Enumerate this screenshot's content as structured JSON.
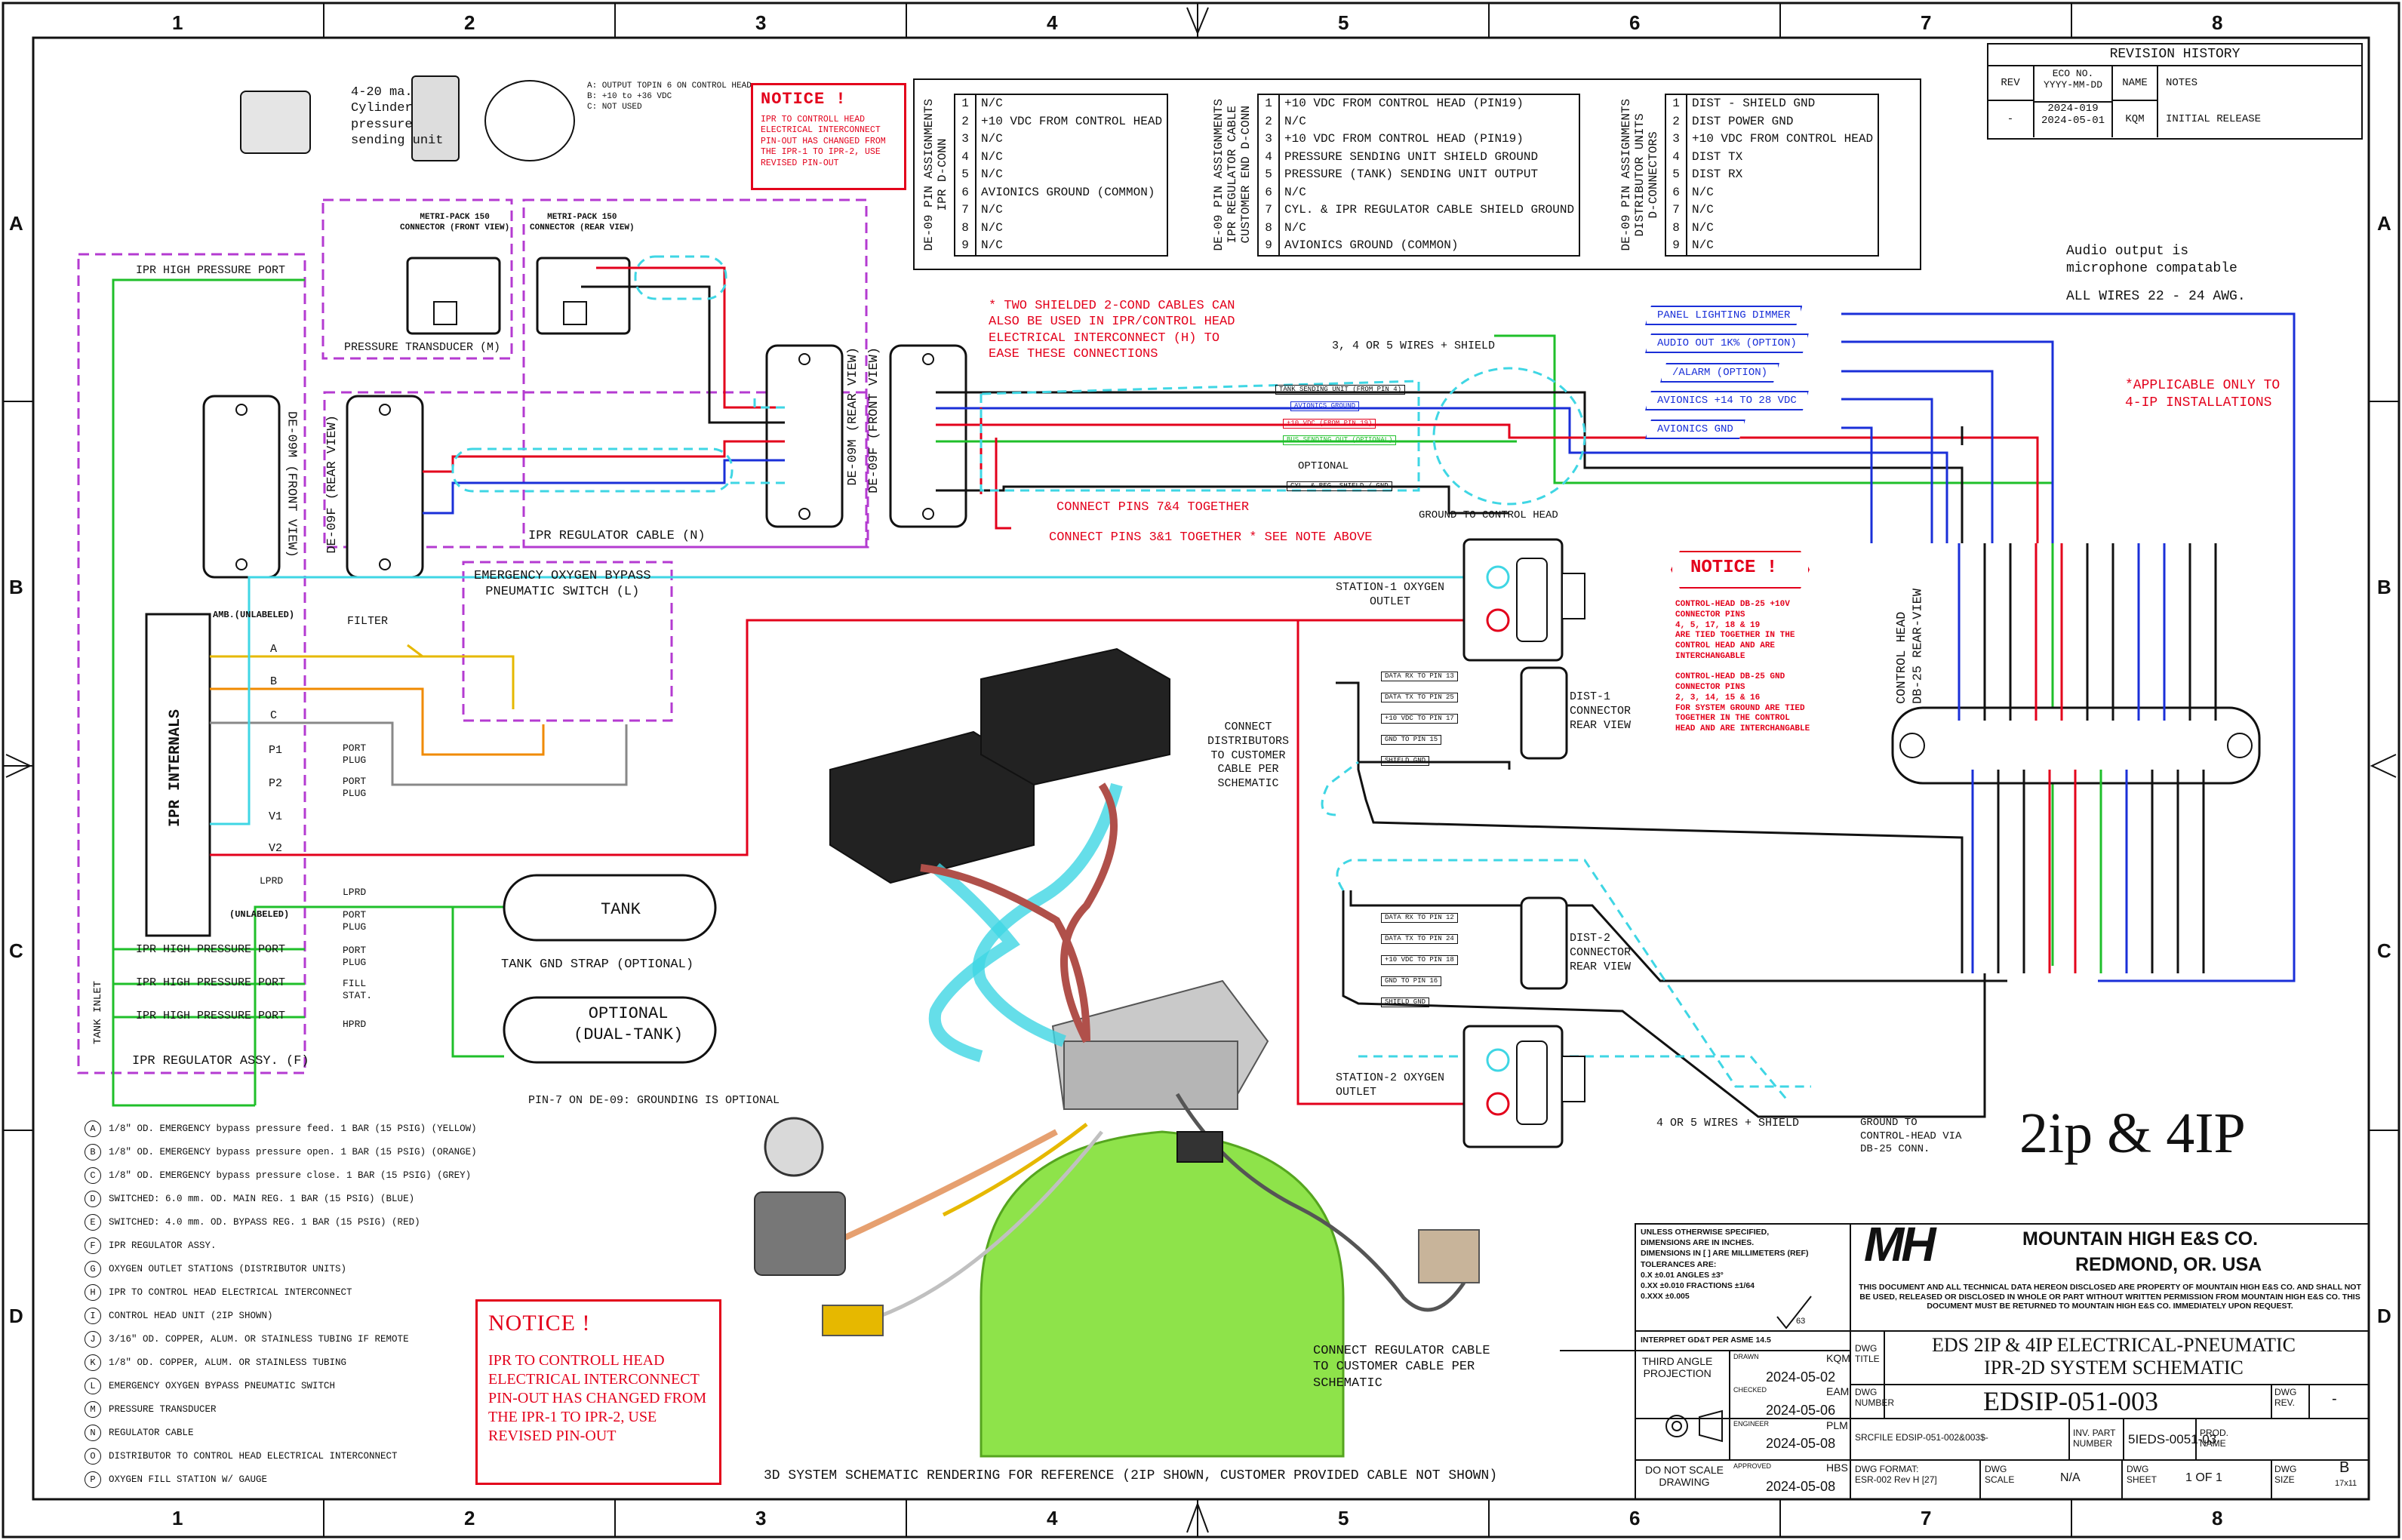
{
  "frame": {
    "columns": [
      "1",
      "2",
      "3",
      "4",
      "5",
      "6",
      "7",
      "8"
    ],
    "rows": [
      "A",
      "B",
      "C",
      "D"
    ]
  },
  "revision_history": {
    "title": "REVISION HISTORY",
    "headers": [
      "REV",
      "ECO NO.\nYYYY-MM-DD",
      "NAME",
      "NOTES"
    ],
    "row": [
      "-",
      "2024-019\n2024-05-01",
      "KQM",
      "INITIAL RELEASE"
    ]
  },
  "transducer": {
    "caption": "4-20 ma.\nCylinder\npressure\nsending unit",
    "pins": "A: OUTPUT TOPIN 6 ON CONTROL HEAD\nB: +10 to +36 VDC\nC: NOT USED"
  },
  "notice_top": {
    "title": "NOTICE !",
    "body": "IPR TO CONTROLL HEAD\nELECTRICAL INTERCONNECT\nPIN-OUT HAS CHANGED FROM\nTHE IPR-1 TO IPR-2, USE\nREVISED PIN-OUT"
  },
  "pin_tables": [
    {
      "side": "DE-09 PIN ASSIGNMENTS\nIPR D-CONN",
      "rows": [
        "N/C",
        "+10 VDC FROM CONTROL HEAD",
        "N/C",
        "N/C",
        "N/C",
        "AVIONICS GROUND (COMMON)",
        "N/C",
        "N/C",
        "N/C"
      ]
    },
    {
      "side": "DE-09 PIN ASSIGNMENTS\nIPR REGULATOR CABLE\nCUSTOMER END D-CONN",
      "rows": [
        "+10 VDC FROM CONTROL HEAD (PIN19)",
        "N/C",
        "+10 VDC FROM CONTROL HEAD (PIN19)",
        "PRESSURE SENDING UNIT SHIELD GROUND",
        "PRESSURE (TANK) SENDING UNIT OUTPUT",
        "N/C",
        "CYL. & IPR REGULATOR CABLE SHIELD GROUND",
        "N/C",
        "AVIONICS GROUND (COMMON)"
      ]
    },
    {
      "side": "DE-09 PIN ASSIGNMENTS\nDISTRIBUTOR UNITS\nD-CONNECTORS",
      "rows": [
        "DIST - SHIELD GND",
        "DIST POWER GND",
        "+10 VDC FROM CONTROL HEAD",
        "DIST TX",
        "DIST RX",
        "N/C",
        "N/C",
        "N/C",
        "N/C"
      ]
    }
  ],
  "labels": {
    "metri_front": "METRI-PACK 150\nCONNECTOR (FRONT VIEW)",
    "metri_rear": "METRI-PACK 150\nCONNECTOR (REAR VIEW)",
    "pressure_transducer": "PRESSURE TRANSDUCER (M)",
    "ipr_reg_cable": "IPR REGULATOR CABLE (N)",
    "de09m_front": "DE-09M (FRONT VIEW)",
    "de09f_rear": "DE-09F (REAR VIEW)",
    "de09m_rear": "DE-09M (REAR VIEW)",
    "de09f_front": "DE-09F (FRONT VIEW)",
    "two_shielded": "* TWO SHIELDED 2-COND CABLES CAN\n  ALSO BE USED IN IPR/CONTROL HEAD\n  ELECTRICAL INTERCONNECT (H) TO\n  EASE THESE CONNECTIONS",
    "connect_74": "CONNECT PINS 7&4 TOGETHER",
    "connect_31": "CONNECT PINS 3&1 TOGETHER * SEE NOTE ABOVE",
    "wires_shield": "3, 4 OR 5 WIRES + SHIELD",
    "optional": "OPTIONAL",
    "ground_control": "GROUND TO CONTROL HEAD",
    "audio_note": "Audio output is\nmicrophone compatable",
    "all_wires": "ALL WIRES 22 - 24 AWG.",
    "applicable": "*APPLICABLE ONLY TO\n 4-IP INSTALLATIONS",
    "station1": "STATION-1 OXYGEN\nOUTLET",
    "station2": "STATION-2 OXYGEN\nOUTLET",
    "dist1": "DIST-1\nCONNECTOR\nREAR VIEW",
    "dist2": "DIST-2\nCONNECTOR\nREAR VIEW",
    "control_head": "CONTROL HEAD\nDB-25 REAR-VIEW",
    "connect_distributors": "CONNECT\nDISTRIBUTORS\nTO CUSTOMER\nCABLE PER\nSCHEMATIC",
    "wires_4or5": "4 OR 5 WIRES + SHIELD",
    "ground_db25": "GROUND TO\nCONTROL-HEAD VIA\nDB-25 CONN.",
    "big_title": "2ip & 4IP",
    "emergency_bypass": "EMERGENCY OXYGEN BYPASS\nPNEUMATIC SWITCH (L)",
    "filter": "FILTER",
    "ipr_internals": "IPR INTERNALS",
    "tank_inlet": "TANK INLET",
    "ipr_reg_assy": "IPR REGULATOR ASSY. (F)",
    "tank": "TANK",
    "tank_gnd": "TANK GND STRAP (OPTIONAL)",
    "optional_dual": "OPTIONAL\n(DUAL-TANK)",
    "pin7": "PIN-7 ON DE-09: GROUNDING IS OPTIONAL",
    "connect_regulator": "CONNECT REGULATOR CABLE\nTO CUSTOMER CABLE PER\nSCHEMATIC",
    "render_caption": "3D SYSTEM SCHEMATIC RENDERING FOR REFERENCE (2IP SHOWN, CUSTOMER PROVIDED CABLE NOT SHOWN)"
  },
  "ports": [
    "IPR HIGH PRESSURE PORT",
    "AMB.(UNLABELED)",
    "A",
    "B",
    "C",
    "P1",
    "P2",
    "V1",
    "V2",
    "LPRD",
    "(UNLABELED)",
    "IPR HIGH PRESSURE PORT",
    "IPR HIGH PRESSURE PORT",
    "IPR HIGH PRESSURE PORT"
  ],
  "port_plugs": [
    "PORT\nPLUG",
    "PORT\nPLUG",
    "LPRD",
    "PORT\nPLUG",
    "PORT\nPLUG",
    "FILL\nSTAT.",
    "HPRD"
  ],
  "ch_inputs": [
    "PANEL LIGHTING DIMMER",
    "AUDIO OUT 1K% (OPTION)",
    "/ALARM (OPTION)",
    "AVIONICS +14 TO 28 VDC",
    "AVIONICS GND"
  ],
  "cable_tags": [
    "TANK SENDING UNIT (FROM PIN 4)",
    "AVIONICS GROUND",
    "+10 VDC (FROM PIN 19)",
    "BUS SENDING OUT (OPTIONAL)",
    "CYL. & REG. SHIELD / GND"
  ],
  "dist1_wires": [
    "DATA RX TO PIN 13",
    "DATA TX TO PIN 25",
    "+10 VDC TO PIN 17",
    "GND TO PIN 15",
    "SHIELD GND"
  ],
  "dist2_wires": [
    "DATA RX TO PIN 12",
    "DATA TX TO PIN 24",
    "+10 VDC TO PIN 18",
    "GND TO PIN 16",
    "SHIELD GND"
  ],
  "notice_mid": {
    "title": "NOTICE !",
    "body": "CONTROL-HEAD DB-25 +10V\nCONNECTOR PINS\n4, 5, 17, 18 & 19\nARE TIED TOGETHER IN THE\nCONTROL HEAD AND ARE\nINTERCHANGABLE\n\nCONTROL-HEAD DB-25 GND\nCONNECTOR PINS\n2, 3, 14, 15 & 16\nFOR SYSTEM GROUND ARE TIED\nTOGETHER IN THE CONTROL\nHEAD AND ARE INTERCHANGABLE"
  },
  "notice_bottom": {
    "title": "NOTICE !",
    "body": "IPR TO CONTROLL HEAD\nELECTRICAL INTERCONNECT\nPIN-OUT HAS CHANGED FROM\nTHE IPR-1 TO IPR-2, USE\nREVISED PIN-OUT"
  },
  "legend": [
    {
      "k": "A",
      "t": "1/8\" OD. EMERGENCY bypass pressure feed. 1 BAR (15 PSIG) (YELLOW)"
    },
    {
      "k": "B",
      "t": "1/8\" OD. EMERGENCY bypass pressure open. 1 BAR (15 PSIG) (ORANGE)"
    },
    {
      "k": "C",
      "t": "1/8\" OD. EMERGENCY bypass pressure close. 1 BAR (15 PSIG) (GREY)"
    },
    {
      "k": "D",
      "t": "SWITCHED: 6.0 mm. OD. MAIN REG. 1 BAR (15 PSIG) (BLUE)"
    },
    {
      "k": "E",
      "t": "SWITCHED: 4.0 mm. OD. BYPASS REG. 1 BAR (15 PSIG) (RED)"
    },
    {
      "k": "F",
      "t": "IPR REGULATOR ASSY."
    },
    {
      "k": "G",
      "t": "OXYGEN OUTLET STATIONS (DISTRIBUTOR UNITS)"
    },
    {
      "k": "H",
      "t": "IPR TO CONTROL HEAD ELECTRICAL INTERCONNECT"
    },
    {
      "k": "I",
      "t": "CONTROL HEAD UNIT (2IP SHOWN)"
    },
    {
      "k": "J",
      "t": "3/16\" OD. COPPER, ALUM. OR STAINLESS TUBING IF REMOTE"
    },
    {
      "k": "K",
      "t": "1/8\" OD. COPPER, ALUM. OR STAINLESS TUBING"
    },
    {
      "k": "L",
      "t": "EMERGENCY OXYGEN BYPASS PNEUMATIC SWITCH"
    },
    {
      "k": "M",
      "t": "PRESSURE TRANSDUCER"
    },
    {
      "k": "N",
      "t": "REGULATOR CABLE"
    },
    {
      "k": "O",
      "t": "DISTRIBUTOR TO CONTROL HEAD ELECTRICAL INTERCONNECT"
    },
    {
      "k": "P",
      "t": "OXYGEN FILL STATION W/ GAUGE"
    }
  ],
  "title_block": {
    "tol": "UNLESS OTHERWISE SPECIFIED,\nDIMENSIONS ARE IN INCHES.\nDIMENSIONS IN [ ] ARE MILLIMETERS (REF)\nTOLERANCES ARE:\n0.X    ±0.01 ANGLES    ±3°\n0.XX   ±0.010  FRACTIONS ±1/64\n0.XXX  ±0.005",
    "gdt": "INTERPRET GD&T PER ASME 14.5",
    "finish": "63",
    "company": "MOUNTAIN HIGH E&S CO.",
    "city": "REDMOND, OR. USA",
    "logo": "MH",
    "disclaimer": "THIS DOCUMENT AND ALL TECHNICAL DATA HEREON DISCLOSED ARE PROPERTY OF MOUNTAIN HIGH E&S CO. AND SHALL NOT BE USED, RELEASED OR DISCLOSED IN WHOLE OR PART WITHOUT WRITTEN PERMISSION FROM MOUNTAIN HIGH E&S CO. THIS DOCUMENT MUST BE RETURNED TO MOUNTAIN HIGH E&S CO. IMMEDIATELY UPON REQUEST.",
    "third_angle": "THIRD ANGLE\nPROJECTION",
    "drawn_l": "DRAWN",
    "drawn_n": "KQM",
    "drawn_d": "2024-05-02",
    "checked_l": "CHECKED",
    "checked_n": "EAM",
    "checked_d": "2024-05-06",
    "engineer_l": "ENGINEER",
    "engineer_n": "PLM",
    "engineer_d": "2024-05-08",
    "approved_l": "APPROVED",
    "approved_n": "HBS",
    "approved_d": "2024-05-08",
    "do_not_scale": "DO NOT SCALE\nDRAWING",
    "dwg_title_l": "DWG\nTITLE",
    "dwg_title": "EDS 2IP & 4IP ELECTRICAL-PNEUMATIC\nIPR-2D SYSTEM SCHEMATIC",
    "dwg_number_l": "DWG\nNUMBER",
    "dwg_number": "EDSIP-051-003",
    "dwg_rev_l": "DWG\nREV.",
    "dwg_rev": "-",
    "srcfile": "SRCFILE EDSIP-051-002&003$-",
    "inv_l": "INV. PART\nNUMBER",
    "inv": "5IEDS-0051-03",
    "prod_l": "PROD.\nNAME",
    "format": "DWG FORMAT:\nESR-002 Rev H [27]",
    "scale_l": "DWG\nSCALE",
    "scale": "N/A",
    "sheet_l": "DWG\nSHEET",
    "sheet": "1  OF  1",
    "size_l": "DWG\nSIZE",
    "size": "B",
    "size2": "17x11"
  }
}
